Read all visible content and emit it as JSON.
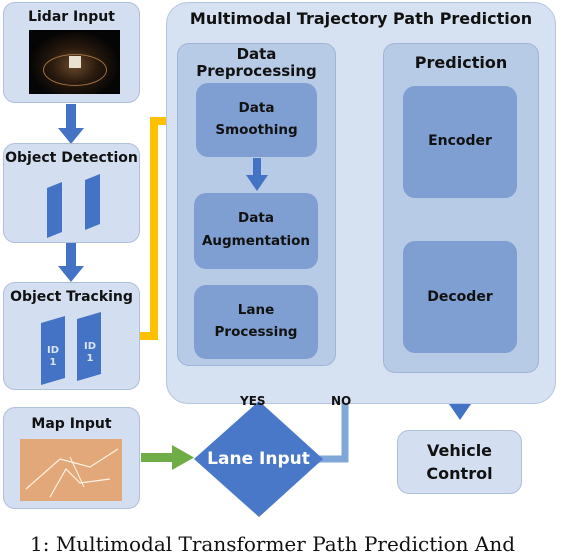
{
  "colors": {
    "panel_bg": "#d6e1f1",
    "box_light": "#d3dff0",
    "box_dark": "#7f9fd2",
    "arrow_blue": "#4472c4",
    "arrow_light_blue": "#7ea6d8",
    "arrow_orange": "#ffc000",
    "arrow_green": "#70ad47",
    "diamond": "#4a78c8"
  },
  "nodes": {
    "lidar_input": "Lidar Input",
    "object_detection": "Object Detection",
    "object_tracking": "Object Tracking",
    "tracking_id_1": "ID 1",
    "tracking_id_2": "ID 1",
    "map_input": "Map Input",
    "lane_input": "Lane Input",
    "vehicle_control_1": "Vehicle",
    "vehicle_control_2": "Control"
  },
  "panel": {
    "title": "Multimodal Trajectory Path Prediction",
    "preprocessing": {
      "title_1": "Data",
      "title_2": "Preprocessing",
      "steps": [
        {
          "line1": "Data",
          "line2": "Smoothing"
        },
        {
          "line1": "Data",
          "line2": "Augmentation"
        },
        {
          "line1": "Lane",
          "line2": "Processing"
        }
      ]
    },
    "prediction": {
      "title": "Prediction",
      "encoder": "Encoder",
      "decoder": "Decoder"
    }
  },
  "edges": {
    "yes": "YES",
    "no": "NO"
  },
  "caption": "1: Multimodal Transformer Path Prediction And"
}
